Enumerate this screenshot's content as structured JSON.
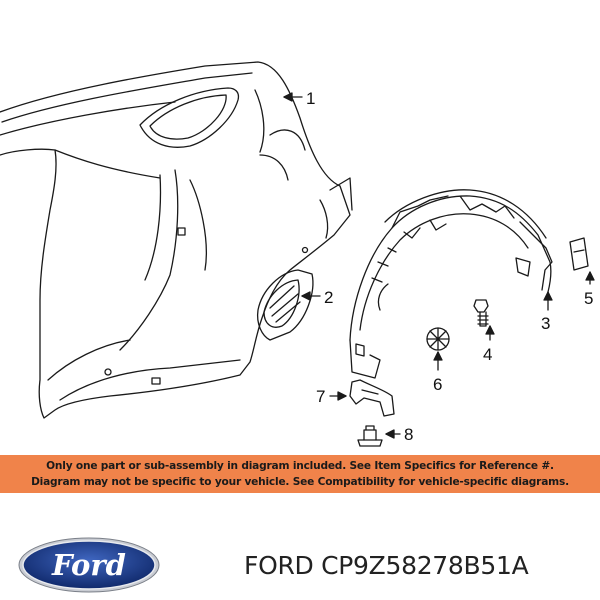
{
  "callouts": [
    "1",
    "2",
    "3",
    "4",
    "5",
    "6",
    "7",
    "8"
  ],
  "disclaimer": {
    "line1": "Only one part or sub-assembly in diagram included. See Item Specifics for Reference #.",
    "line2": "Diagram may not be specific to your vehicle. See Compatibility for vehicle-specific diagrams."
  },
  "brand": {
    "logo_text": "Ford"
  },
  "part_title": "FORD CP9Z58278B51A",
  "colors": {
    "banner": "#f0834a",
    "logo_blue": "#1b3f8f",
    "line": "#1a1a1a"
  }
}
